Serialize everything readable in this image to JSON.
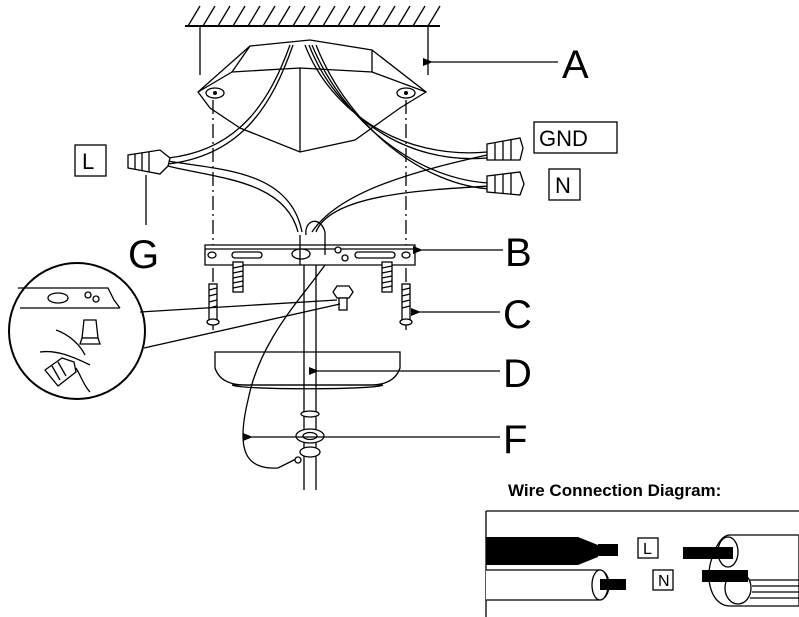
{
  "labels": {
    "a": "A",
    "b": "B",
    "c": "C",
    "d": "D",
    "f": "F",
    "g": "G"
  },
  "wire_tags": {
    "ground": "GND",
    "neutral": "N",
    "live": "L"
  },
  "wire_diagram": {
    "title": "Wire Connection Diagram:",
    "live_tag": "L",
    "neutral_tag": "N"
  },
  "colors": {
    "line": "#000000",
    "background": "#ffffff"
  }
}
